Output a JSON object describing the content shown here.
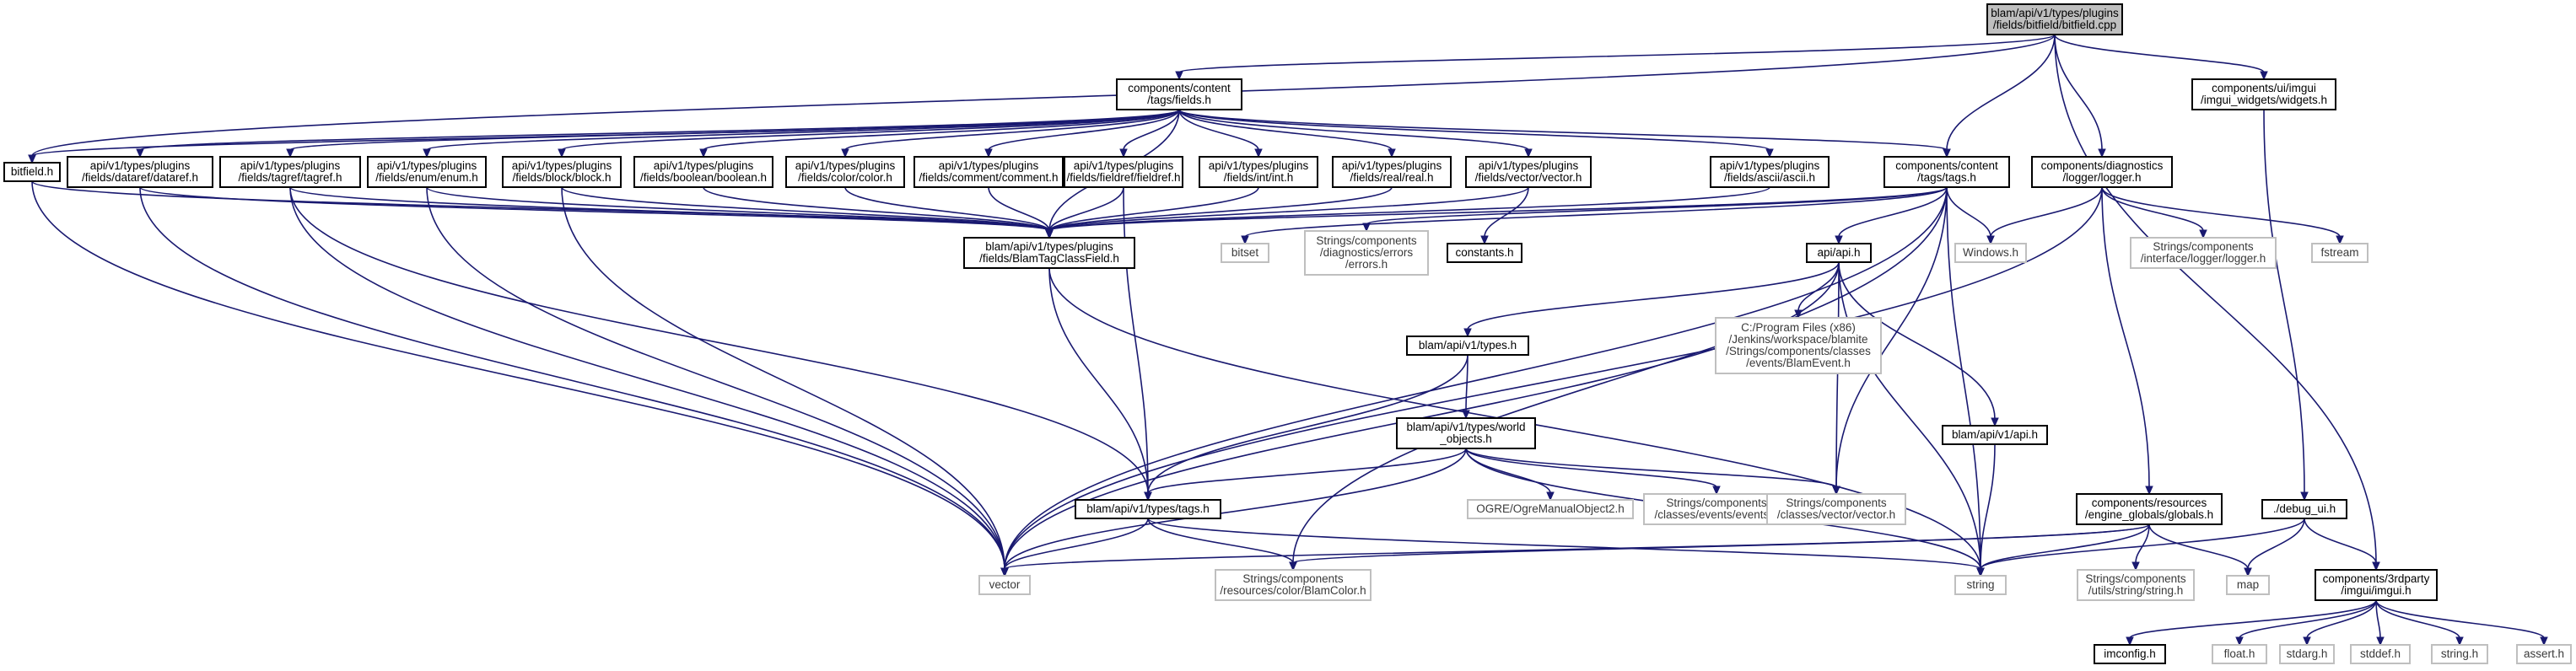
{
  "diagram": {
    "nodes": [
      {
        "id": "root",
        "lines": [
          "blam/api/v1/types/plugins",
          "/fields/bitfield/bitfield.cpp"
        ],
        "kind": "root"
      },
      {
        "id": "fieldsh",
        "lines": [
          "components/content",
          "/tags/fields.h"
        ],
        "kind": "file"
      },
      {
        "id": "widgets",
        "lines": [
          "components/ui/imgui",
          "/imgui_widgets/widgets.h"
        ],
        "kind": "file"
      },
      {
        "id": "bitfieldh",
        "lines": [
          "bitfield.h"
        ],
        "kind": "file"
      },
      {
        "id": "dataref",
        "lines": [
          "api/v1/types/plugins",
          "/fields/dataref/dataref.h"
        ],
        "kind": "file"
      },
      {
        "id": "tagref",
        "lines": [
          "api/v1/types/plugins",
          "/fields/tagref/tagref.h"
        ],
        "kind": "file"
      },
      {
        "id": "enum",
        "lines": [
          "api/v1/types/plugins",
          "/fields/enum/enum.h"
        ],
        "kind": "file"
      },
      {
        "id": "block",
        "lines": [
          "api/v1/types/plugins",
          "/fields/block/block.h"
        ],
        "kind": "file"
      },
      {
        "id": "boolean",
        "lines": [
          "api/v1/types/plugins",
          "/fields/boolean/boolean.h"
        ],
        "kind": "file"
      },
      {
        "id": "color",
        "lines": [
          "api/v1/types/plugins",
          "/fields/color/color.h"
        ],
        "kind": "file"
      },
      {
        "id": "comment",
        "lines": [
          "api/v1/types/plugins",
          "/fields/comment/comment.h"
        ],
        "kind": "file"
      },
      {
        "id": "fieldref",
        "lines": [
          "api/v1/types/plugins",
          "/fields/fieldref/fieldref.h"
        ],
        "kind": "file"
      },
      {
        "id": "int",
        "lines": [
          "api/v1/types/plugins",
          "/fields/int/int.h"
        ],
        "kind": "file"
      },
      {
        "id": "real",
        "lines": [
          "api/v1/types/plugins",
          "/fields/real/real.h"
        ],
        "kind": "file"
      },
      {
        "id": "vectorh",
        "lines": [
          "api/v1/types/plugins",
          "/fields/vector/vector.h"
        ],
        "kind": "file"
      },
      {
        "id": "ascii",
        "lines": [
          "api/v1/types/plugins",
          "/fields/ascii/ascii.h"
        ],
        "kind": "file"
      },
      {
        "id": "tagsh",
        "lines": [
          "components/content",
          "/tags/tags.h"
        ],
        "kind": "file"
      },
      {
        "id": "logger",
        "lines": [
          "components/diagnostics",
          "/logger/logger.h"
        ],
        "kind": "file"
      },
      {
        "id": "btcf",
        "lines": [
          "blam/api/v1/types/plugins",
          "/fields/BlamTagClassField.h"
        ],
        "kind": "file"
      },
      {
        "id": "bitset",
        "lines": [
          "bitset"
        ],
        "kind": "sys"
      },
      {
        "id": "errors",
        "lines": [
          "Strings/components",
          "/diagnostics/errors",
          "/errors.h"
        ],
        "kind": "sys"
      },
      {
        "id": "constants",
        "lines": [
          "constants.h"
        ],
        "kind": "file"
      },
      {
        "id": "windows",
        "lines": [
          "Windows.h"
        ],
        "kind": "sys"
      },
      {
        "id": "ilogger",
        "lines": [
          "Strings/components",
          "/interface/logger/logger.h"
        ],
        "kind": "sys"
      },
      {
        "id": "fstream",
        "lines": [
          "fstream"
        ],
        "kind": "sys"
      },
      {
        "id": "apih",
        "lines": [
          "api/api.h"
        ],
        "kind": "file"
      },
      {
        "id": "blamevent",
        "lines": [
          "C:/Program Files (x86)",
          "/Jenkins/workspace/blamite",
          "/Strings/components/classes",
          "/events/BlamEvent.h"
        ],
        "kind": "sys"
      },
      {
        "id": "typesh",
        "lines": [
          "blam/api/v1/types.h"
        ],
        "kind": "file"
      },
      {
        "id": "worldobj",
        "lines": [
          "blam/api/v1/types/world",
          "_objects.h"
        ],
        "kind": "file"
      },
      {
        "id": "v1apih",
        "lines": [
          "blam/api/v1/api.h"
        ],
        "kind": "file"
      },
      {
        "id": "ogre",
        "lines": [
          "OGRE/OgreManualObject2.h"
        ],
        "kind": "sys"
      },
      {
        "id": "events",
        "lines": [
          "Strings/components",
          "/classes/events/events.h"
        ],
        "kind": "sys"
      },
      {
        "id": "vecvec",
        "lines": [
          "Strings/components",
          "/classes/vector/vector.h"
        ],
        "kind": "sys"
      },
      {
        "id": "v1tagsh",
        "lines": [
          "blam/api/v1/types/tags.h"
        ],
        "kind": "file"
      },
      {
        "id": "globals",
        "lines": [
          "components/resources",
          "/engine_globals/globals.h"
        ],
        "kind": "file"
      },
      {
        "id": "debugui",
        "lines": [
          "./debug_ui.h"
        ],
        "kind": "file"
      },
      {
        "id": "vector",
        "lines": [
          "vector"
        ],
        "kind": "sys"
      },
      {
        "id": "blamcolor",
        "lines": [
          "Strings/components",
          "/resources/color/BlamColor.h"
        ],
        "kind": "sys"
      },
      {
        "id": "string",
        "lines": [
          "string"
        ],
        "kind": "sys"
      },
      {
        "id": "strstring",
        "lines": [
          "Strings/components",
          "/utils/string/string.h"
        ],
        "kind": "sys"
      },
      {
        "id": "map",
        "lines": [
          "map"
        ],
        "kind": "sys"
      },
      {
        "id": "imgui",
        "lines": [
          "components/3rdparty",
          "/imgui/imgui.h"
        ],
        "kind": "file"
      },
      {
        "id": "imconfig",
        "lines": [
          "imconfig.h"
        ],
        "kind": "file"
      },
      {
        "id": "floath",
        "lines": [
          "float.h"
        ],
        "kind": "sys"
      },
      {
        "id": "stdarg",
        "lines": [
          "stdarg.h"
        ],
        "kind": "sys"
      },
      {
        "id": "stddef",
        "lines": [
          "stddef.h"
        ],
        "kind": "sys"
      },
      {
        "id": "stringh",
        "lines": [
          "string.h"
        ],
        "kind": "sys"
      },
      {
        "id": "asserth",
        "lines": [
          "assert.h"
        ],
        "kind": "sys"
      }
    ],
    "edges": [
      [
        "root",
        "fieldsh"
      ],
      [
        "root",
        "widgets"
      ],
      [
        "root",
        "bitfieldh"
      ],
      [
        "root",
        "tagsh"
      ],
      [
        "root",
        "logger"
      ],
      [
        "root",
        "imgui"
      ],
      [
        "fieldsh",
        "bitfieldh"
      ],
      [
        "fieldsh",
        "dataref"
      ],
      [
        "fieldsh",
        "tagref"
      ],
      [
        "fieldsh",
        "enum"
      ],
      [
        "fieldsh",
        "block"
      ],
      [
        "fieldsh",
        "boolean"
      ],
      [
        "fieldsh",
        "color"
      ],
      [
        "fieldsh",
        "comment"
      ],
      [
        "fieldsh",
        "fieldref"
      ],
      [
        "fieldsh",
        "int"
      ],
      [
        "fieldsh",
        "real"
      ],
      [
        "fieldsh",
        "vectorh"
      ],
      [
        "fieldsh",
        "ascii"
      ],
      [
        "fieldsh",
        "tagsh"
      ],
      [
        "fieldsh",
        "btcf"
      ],
      [
        "bitfieldh",
        "btcf"
      ],
      [
        "bitfieldh",
        "vector"
      ],
      [
        "dataref",
        "btcf"
      ],
      [
        "dataref",
        "vector"
      ],
      [
        "tagref",
        "btcf"
      ],
      [
        "tagref",
        "v1tagsh"
      ],
      [
        "tagref",
        "vector"
      ],
      [
        "enum",
        "btcf"
      ],
      [
        "enum",
        "vector"
      ],
      [
        "block",
        "btcf"
      ],
      [
        "block",
        "vector"
      ],
      [
        "boolean",
        "btcf"
      ],
      [
        "color",
        "btcf"
      ],
      [
        "comment",
        "btcf"
      ],
      [
        "fieldref",
        "btcf"
      ],
      [
        "int",
        "btcf"
      ],
      [
        "real",
        "btcf"
      ],
      [
        "vectorh",
        "btcf"
      ],
      [
        "ascii",
        "btcf"
      ],
      [
        "fieldref",
        "v1tagsh"
      ],
      [
        "vectorh",
        "constants"
      ],
      [
        "tagsh",
        "btcf"
      ],
      [
        "tagsh",
        "bitset"
      ],
      [
        "tagsh",
        "errors"
      ],
      [
        "tagsh",
        "windows"
      ],
      [
        "tagsh",
        "apih"
      ],
      [
        "tagsh",
        "vector"
      ],
      [
        "tagsh",
        "string"
      ],
      [
        "tagsh",
        "vecvec"
      ],
      [
        "tagsh",
        "blamcolor"
      ],
      [
        "logger",
        "windows"
      ],
      [
        "logger",
        "ilogger"
      ],
      [
        "logger",
        "fstream"
      ],
      [
        "logger",
        "globals"
      ],
      [
        "logger",
        "vector"
      ],
      [
        "widgets",
        "debugui"
      ],
      [
        "btcf",
        "v1tagsh"
      ],
      [
        "btcf",
        "string"
      ],
      [
        "apih",
        "blamevent"
      ],
      [
        "apih",
        "typesh"
      ],
      [
        "apih",
        "v1apih"
      ],
      [
        "apih",
        "vecvec"
      ],
      [
        "apih",
        "string"
      ],
      [
        "apih",
        "vector"
      ],
      [
        "typesh",
        "worldobj"
      ],
      [
        "typesh",
        "v1tagsh"
      ],
      [
        "worldobj",
        "ogre"
      ],
      [
        "worldobj",
        "events"
      ],
      [
        "worldobj",
        "vecvec"
      ],
      [
        "worldobj",
        "v1tagsh"
      ],
      [
        "worldobj",
        "vector"
      ],
      [
        "worldobj",
        "string"
      ],
      [
        "v1apih",
        "string"
      ],
      [
        "v1tagsh",
        "vector"
      ],
      [
        "v1tagsh",
        "blamcolor"
      ],
      [
        "v1tagsh",
        "string"
      ],
      [
        "globals",
        "vector"
      ],
      [
        "globals",
        "blamcolor"
      ],
      [
        "globals",
        "string"
      ],
      [
        "globals",
        "strstring"
      ],
      [
        "globals",
        "map"
      ],
      [
        "debugui",
        "string"
      ],
      [
        "debugui",
        "map"
      ],
      [
        "debugui",
        "imgui"
      ],
      [
        "imgui",
        "imconfig"
      ],
      [
        "imgui",
        "floath"
      ],
      [
        "imgui",
        "stdarg"
      ],
      [
        "imgui",
        "stddef"
      ],
      [
        "imgui",
        "stringh"
      ],
      [
        "imgui",
        "asserth"
      ]
    ],
    "colors": {
      "edge": "#191970",
      "root_fill": "#bfbfbf",
      "file_border": "#000000",
      "sys_border": "#bfbfbf"
    }
  }
}
